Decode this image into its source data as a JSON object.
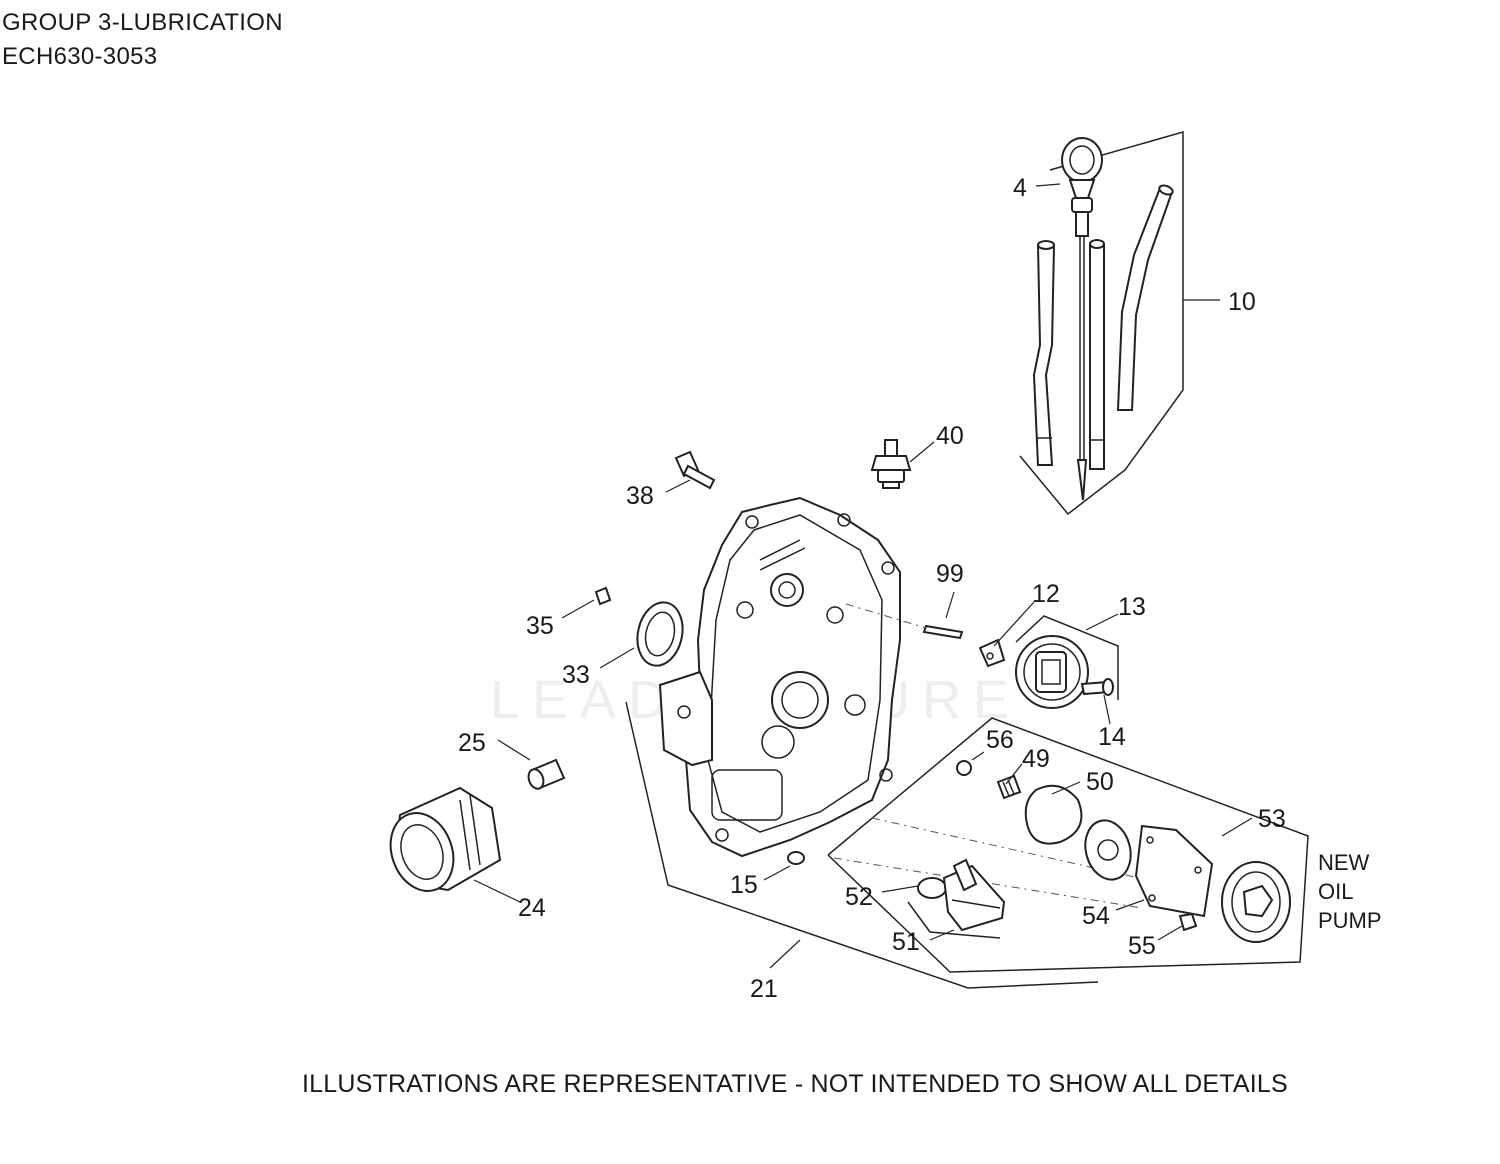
{
  "header": {
    "title": "GROUP 3-LUBRICATION",
    "model": "ECH630-3053"
  },
  "callouts": {
    "c4": "4",
    "c10": "10",
    "c12": "12",
    "c13": "13",
    "c14": "14",
    "c15": "15",
    "c21": "21",
    "c24": "24",
    "c25": "25",
    "c33": "33",
    "c35": "35",
    "c38": "38",
    "c40": "40",
    "c49": "49",
    "c50": "50",
    "c51": "51",
    "c52": "52",
    "c53": "53",
    "c54": "54",
    "c55": "55",
    "c56": "56",
    "c99": "99"
  },
  "note": {
    "line1": "NEW",
    "line2": "OIL",
    "line3": "PUMP"
  },
  "watermark": "LEADVENTURE",
  "footer": "ILLUSTRATIONS ARE REPRESENTATIVE - NOT INTENDED TO SHOW ALL DETAILS"
}
